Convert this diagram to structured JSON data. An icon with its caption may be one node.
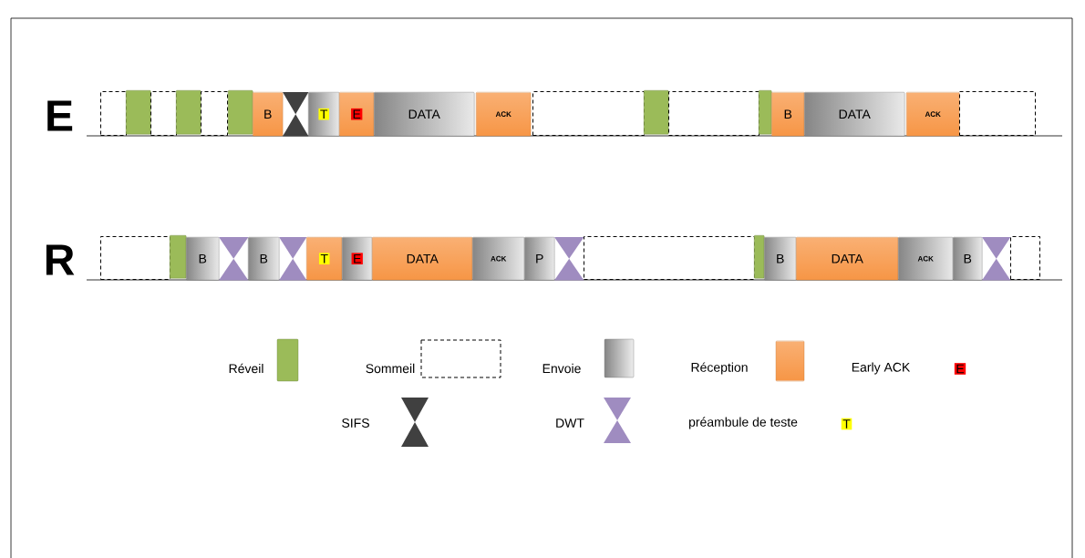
{
  "diagram": {
    "nodes": [
      {
        "text": [],
        "shape": "box"
      },
      {
        "text": [],
        "shape": "bar"
      },
      {
        "text": [],
        "shape": "box"
      },
      {
        "text": [],
        "shape": "bar"
      },
      {
        "text": [],
        "shape": "box"
      },
      {
        "text": [],
        "shape": "bar"
      },
      {
        "text": [
          "B"
        ]
      },
      {
        "text": [],
        "shape": "hourglass"
      },
      {
        "text": [
          "T"
        ]
      },
      {
        "text": [
          "E"
        ]
      },
      {
        "text": [
          "DATA"
        ]
      },
      {
        "text": [
          "ACK"
        ]
      },
      {
        "text": [],
        "shape": "box"
      },
      {
        "text": [],
        "shape": "bar"
      },
      {
        "text": [],
        "shape": "box"
      },
      {
        "text": [],
        "shape": "bar"
      },
      {
        "text": [
          "B"
        ]
      },
      {
        "text": [
          "DATA"
        ]
      },
      {
        "text": [
          "ACK"
        ]
      },
      {
        "text": [],
        "shape": "box"
      },
      {
        "text": [],
        "shape": "box"
      },
      {
        "text": [],
        "shape": "bar"
      },
      {
        "text": [
          "B"
        ]
      },
      {
        "text": [],
        "shape": "hourglass"
      },
      {
        "text": [
          "B"
        ]
      },
      {
        "text": [],
        "shape": "hourglass"
      },
      {
        "text": [
          "T"
        ]
      },
      {
        "text": [
          "E"
        ]
      },
      {
        "text": [
          "DATA"
        ]
      },
      {
        "text": [
          "ACK"
        ]
      },
      {
        "text": [
          "P"
        ]
      },
      {
        "text": [],
        "shape": "hourglass"
      },
      {
        "text": [],
        "shape": "box"
      },
      {
        "text": [],
        "shape": "bar"
      },
      {
        "text": [
          "B"
        ]
      },
      {
        "text": [
          "DATA"
        ]
      },
      {
        "text": [
          "ACK"
        ]
      },
      {
        "text": [
          "B"
        ]
      },
      {
        "text": [],
        "shape": "hourglass"
      },
      {
        "text": [],
        "shape": "box"
      }
    ],
    "labels": [
      "E",
      "R",
      "E",
      "T"
    ],
    "legend": [
      {
        "text": "Réveil",
        "color": "#9bbb59"
      },
      {
        "text": "Sommeil"
      },
      {
        "text": "Envoie",
        "color": "#a6a6a6"
      },
      {
        "text": "Réception",
        "color": "#f79646"
      },
      {
        "text": "Early ACK",
        "color": "#ff0000"
      },
      {
        "text": "SIFS"
      },
      {
        "text": "DWT"
      },
      {
        "text": "préambule de teste",
        "color": "#ffff00"
      }
    ]
  }
}
